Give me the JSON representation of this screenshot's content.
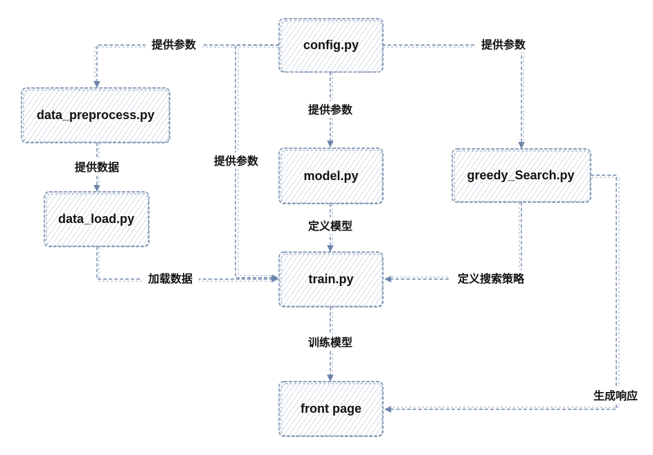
{
  "nodes": {
    "config": {
      "label": "config.py"
    },
    "data_preprocess": {
      "label": "data_preprocess.py"
    },
    "model": {
      "label": "model.py"
    },
    "greedy_search": {
      "label": "greedy_Search.py"
    },
    "data_load": {
      "label": "data_load.py"
    },
    "train": {
      "label": "train.py"
    },
    "front_page": {
      "label": "front page"
    }
  },
  "edges": {
    "config_to_preprocess": {
      "label": "提供参数"
    },
    "config_to_greedy": {
      "label": "提供参数"
    },
    "config_to_model": {
      "label": "提供参数"
    },
    "config_to_train": {
      "label": "提供参数"
    },
    "preprocess_to_load": {
      "label": "提供数据"
    },
    "model_to_train": {
      "label": "定义模型"
    },
    "load_to_train": {
      "label": "加载数据"
    },
    "greedy_to_train": {
      "label": "定义搜索策略"
    },
    "train_to_front": {
      "label": "训练模型"
    },
    "greedy_to_front": {
      "label": "生成响应"
    }
  },
  "colors": {
    "stroke": "#6c84a8",
    "text": "#111111"
  }
}
